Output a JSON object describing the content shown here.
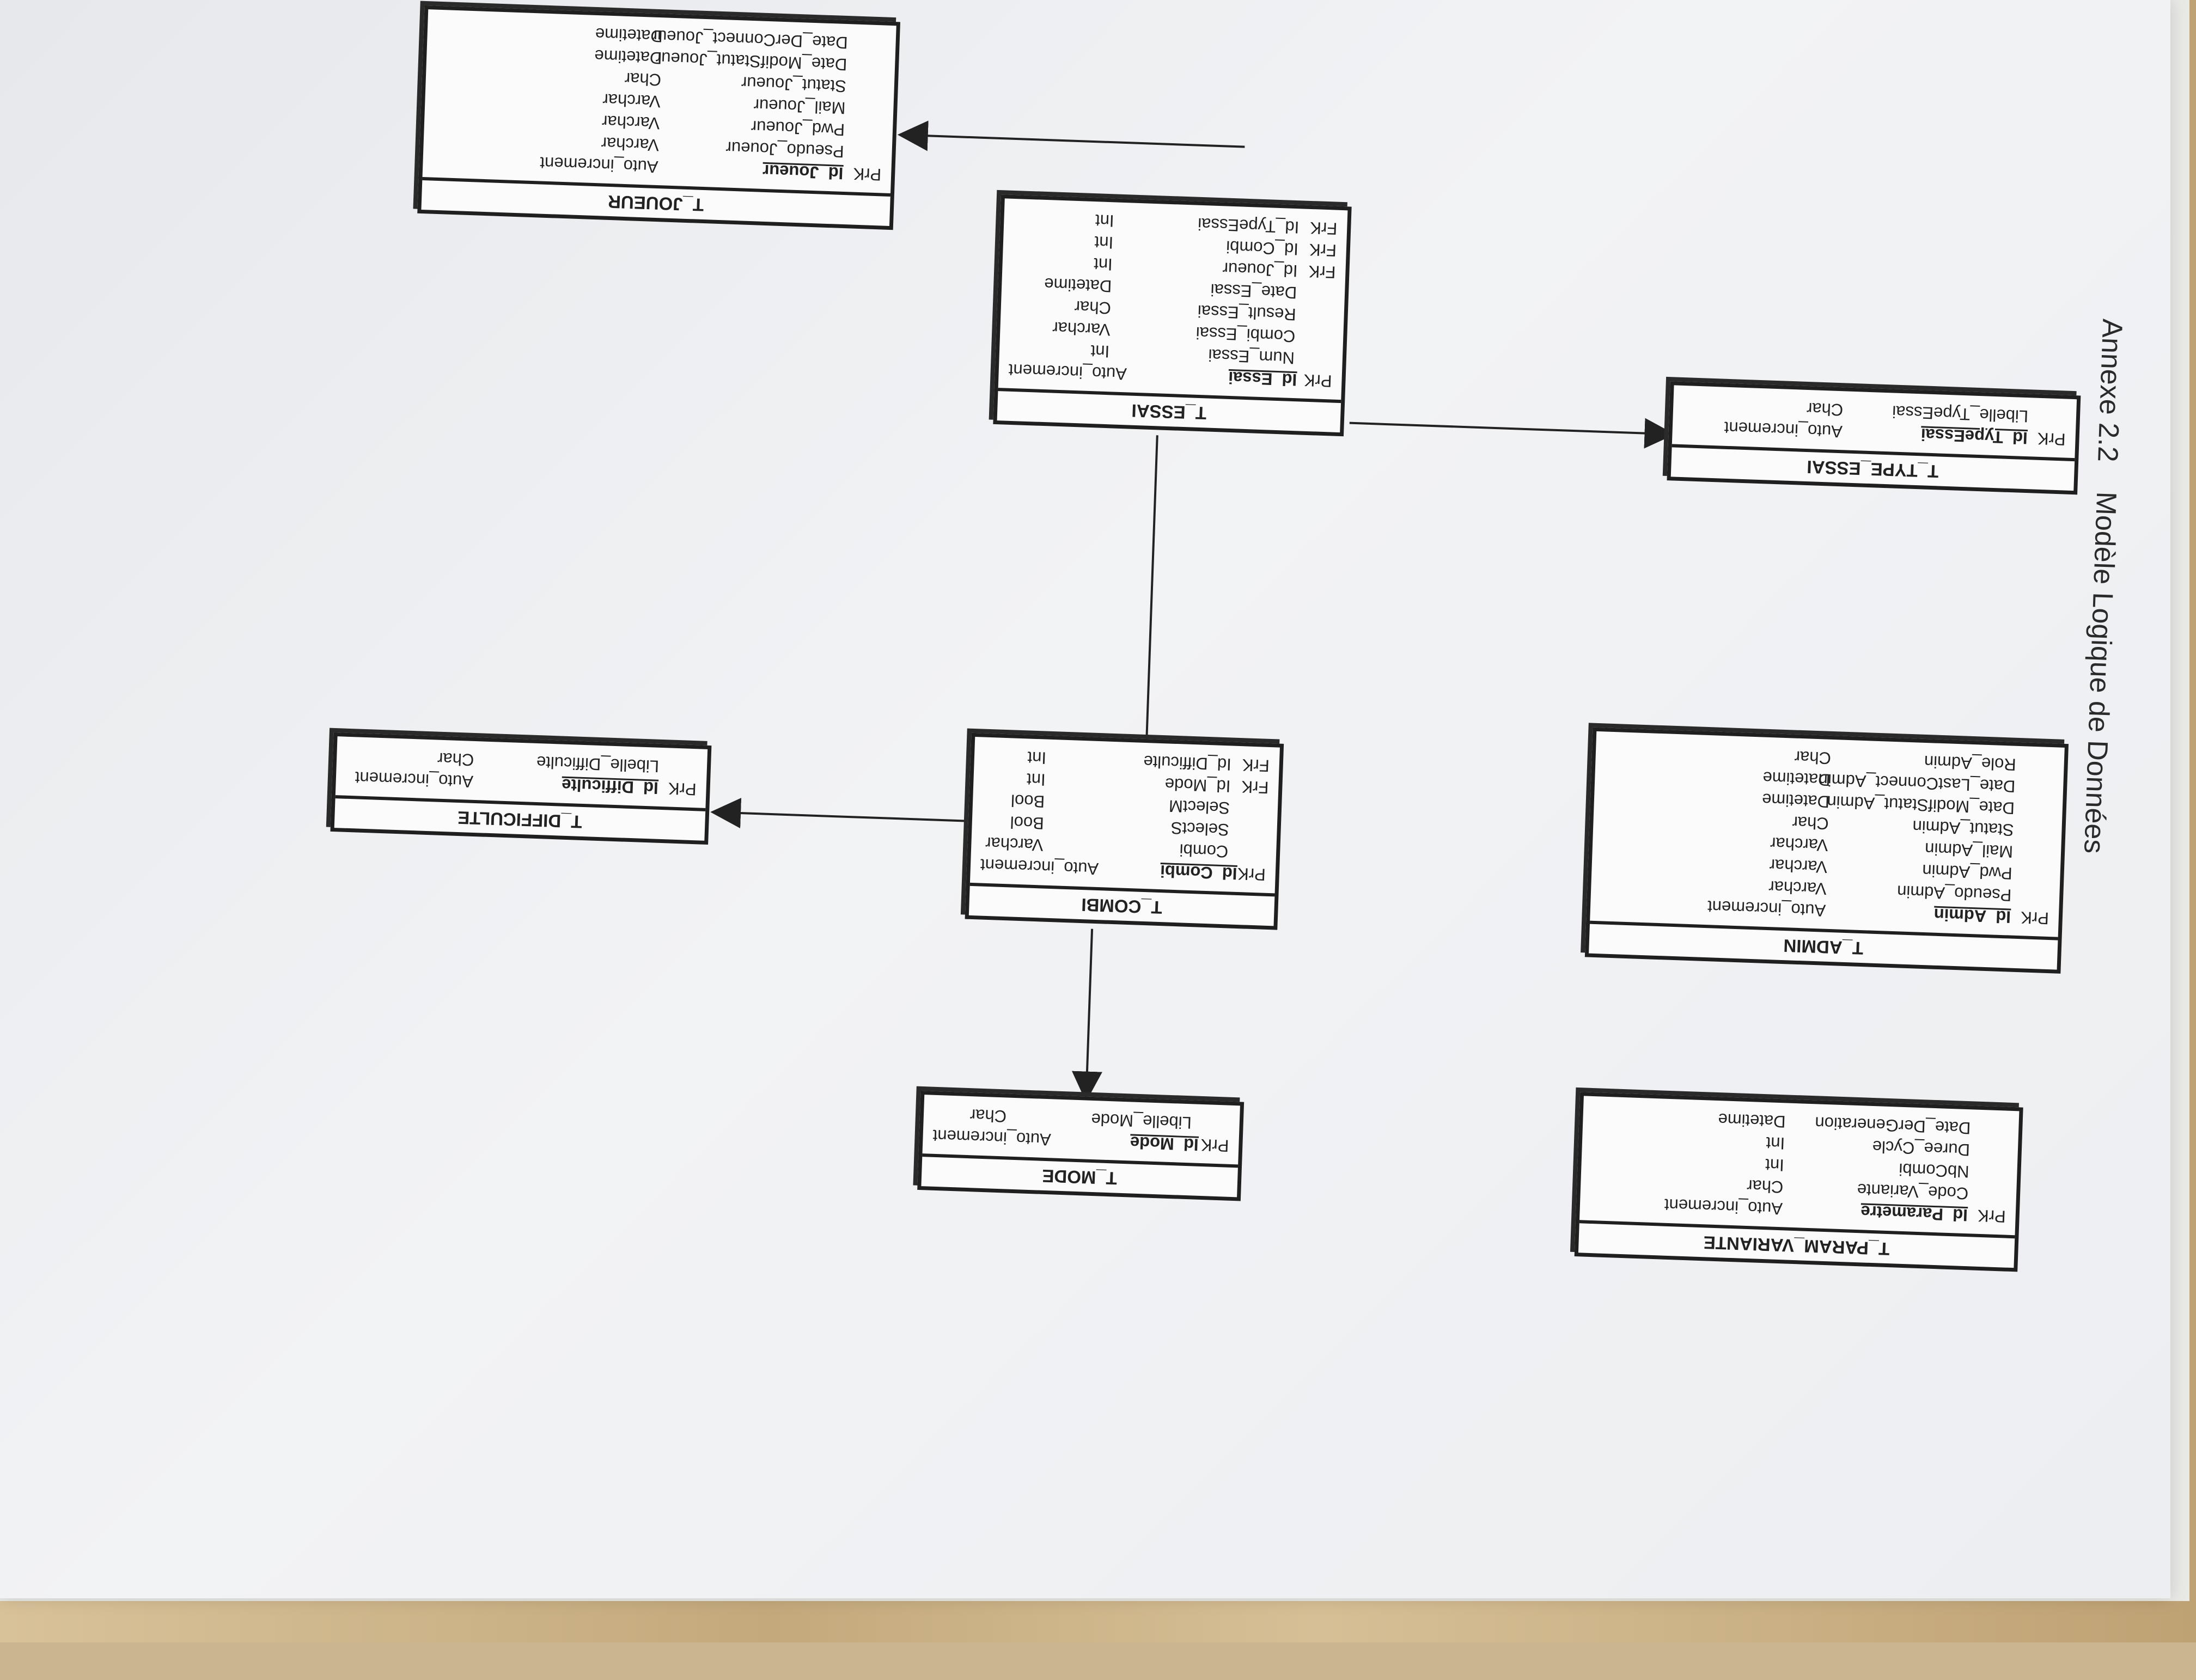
{
  "heading": {
    "number": "Annexe 2.2",
    "title": "Modèle Logique de Données"
  },
  "tables": {
    "joueur": {
      "name": "T_JOUEUR",
      "columns": [
        {
          "key": "PrK",
          "name": "Id_Joueur",
          "type": "Auto_increment"
        },
        {
          "key": "",
          "name": "Pseudo_Joueur",
          "type": "Varchar"
        },
        {
          "key": "",
          "name": "Pwd_Joueur",
          "type": "Varchar"
        },
        {
          "key": "",
          "name": "Mail_Joueur",
          "type": "Varchar"
        },
        {
          "key": "",
          "name": "Statut_Joueur",
          "type": "Char"
        },
        {
          "key": "",
          "name": "Date_ModifStatut_Joueur",
          "type": "Datetime"
        },
        {
          "key": "",
          "name": "Date_DerConnect_Joueur",
          "type": "Datetime"
        }
      ]
    },
    "difficulte": {
      "name": "T_DIFFICULTE",
      "columns": [
        {
          "key": "PrK",
          "name": "Id_Difficulte",
          "type": "Auto_increment"
        },
        {
          "key": "",
          "name": "Libelle_Difficulte",
          "type": "Char"
        }
      ]
    },
    "essai": {
      "name": "T_ESSAI",
      "columns": [
        {
          "key": "PrK",
          "name": "Id_Essai",
          "type": "Auto_increment"
        },
        {
          "key": "",
          "name": "Num_Essai",
          "type": "Int"
        },
        {
          "key": "",
          "name": "Combi_Essai",
          "type": "Varchar"
        },
        {
          "key": "",
          "name": "Result_Essai",
          "type": "Char"
        },
        {
          "key": "",
          "name": "Date_Essai",
          "type": "Datetime"
        },
        {
          "key": "FrK",
          "name": "Id_Joueur",
          "type": "Int"
        },
        {
          "key": "FrK",
          "name": "Id_Combi",
          "type": "Int"
        },
        {
          "key": "FrK",
          "name": "Id_TypeEssai",
          "type": "Int"
        }
      ]
    },
    "combi": {
      "name": "T_COMBI",
      "columns": [
        {
          "key": "PrK",
          "name": "Id_Combi",
          "type": "Auto_increment"
        },
        {
          "key": "",
          "name": "Combi",
          "type": "Varchar"
        },
        {
          "key": "",
          "name": "SelectS",
          "type": "Bool"
        },
        {
          "key": "",
          "name": "SelectM",
          "type": "Bool"
        },
        {
          "key": "FrK",
          "name": "Id_Mode",
          "type": "Int"
        },
        {
          "key": "FrK",
          "name": "Id_Difficulte",
          "type": "Int"
        }
      ]
    },
    "mode": {
      "name": "T_MODE",
      "columns": [
        {
          "key": "PrK",
          "name": "Id_Mode",
          "type": "Auto_increment"
        },
        {
          "key": "",
          "name": "Libelle_Mode",
          "type": "Char"
        }
      ]
    },
    "type_essai": {
      "name": "T_TYPE_ESSAI",
      "columns": [
        {
          "key": "PrK",
          "name": "Id_TypeEssai",
          "type": "Auto_increment"
        },
        {
          "key": "",
          "name": "Libelle_TypeEssai",
          "type": "Char"
        }
      ]
    },
    "admin": {
      "name": "T_ADMIN",
      "columns": [
        {
          "key": "PrK",
          "name": "Id_Admin",
          "type": "Auto_increment"
        },
        {
          "key": "",
          "name": "Pseudo_Admin",
          "type": "Varchar"
        },
        {
          "key": "",
          "name": "Pwd_Admin",
          "type": "Varchar"
        },
        {
          "key": "",
          "name": "Mail_Admin",
          "type": "Varchar"
        },
        {
          "key": "",
          "name": "Statut_Admin",
          "type": "Char"
        },
        {
          "key": "",
          "name": "Date_ModifStatut_Admin",
          "type": "Datetime"
        },
        {
          "key": "",
          "name": "Date_LastConnect_Admin",
          "type": "Datetime"
        },
        {
          "key": "",
          "name": "Role_Admin",
          "type": "Char"
        }
      ]
    },
    "param_variante": {
      "name": "T_PARAM_VARIANTE",
      "columns": [
        {
          "key": "PrK",
          "name": "Id_Parametre",
          "type": "Auto_increment"
        },
        {
          "key": "",
          "name": "Code_Variante",
          "type": "Char"
        },
        {
          "key": "",
          "name": "NbCombi",
          "type": "Int"
        },
        {
          "key": "",
          "name": "Duree_Cycle",
          "type": "Int"
        },
        {
          "key": "",
          "name": "Date_DerGeneration",
          "type": "Datetime"
        }
      ]
    }
  }
}
